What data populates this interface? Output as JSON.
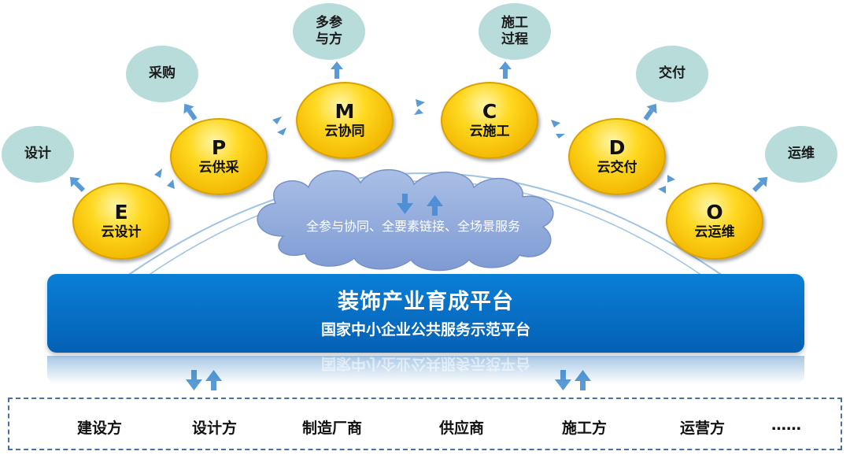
{
  "outer_items": [
    {
      "label": "设计"
    },
    {
      "label": "采购"
    },
    {
      "label": "多参\n与方"
    },
    {
      "label": "施工\n过程"
    },
    {
      "label": "交付"
    },
    {
      "label": "运维"
    }
  ],
  "stages": [
    {
      "letter": "E",
      "label": "云设计"
    },
    {
      "letter": "P",
      "label": "云供采"
    },
    {
      "letter": "M",
      "label": "云协同"
    },
    {
      "letter": "C",
      "label": "云施工"
    },
    {
      "letter": "D",
      "label": "云交付"
    },
    {
      "letter": "O",
      "label": "云运维"
    }
  ],
  "cloud": {
    "text": "全参与协同、全要素链接、全场景服务"
  },
  "platform": {
    "title": "装饰产业育成平台",
    "subtitle": "国家中小企业公共服务示范平台"
  },
  "stakeholders": [
    "建设方",
    "设计方",
    "制造厂商",
    "供应商",
    "施工方",
    "运营方",
    "……"
  ],
  "colors": {
    "bubble": "#b7dcd9",
    "coin": "#f2b600",
    "platform": "#0a6fc9",
    "arrow": "#5b9bd5",
    "cloud": "#8ea9db"
  }
}
